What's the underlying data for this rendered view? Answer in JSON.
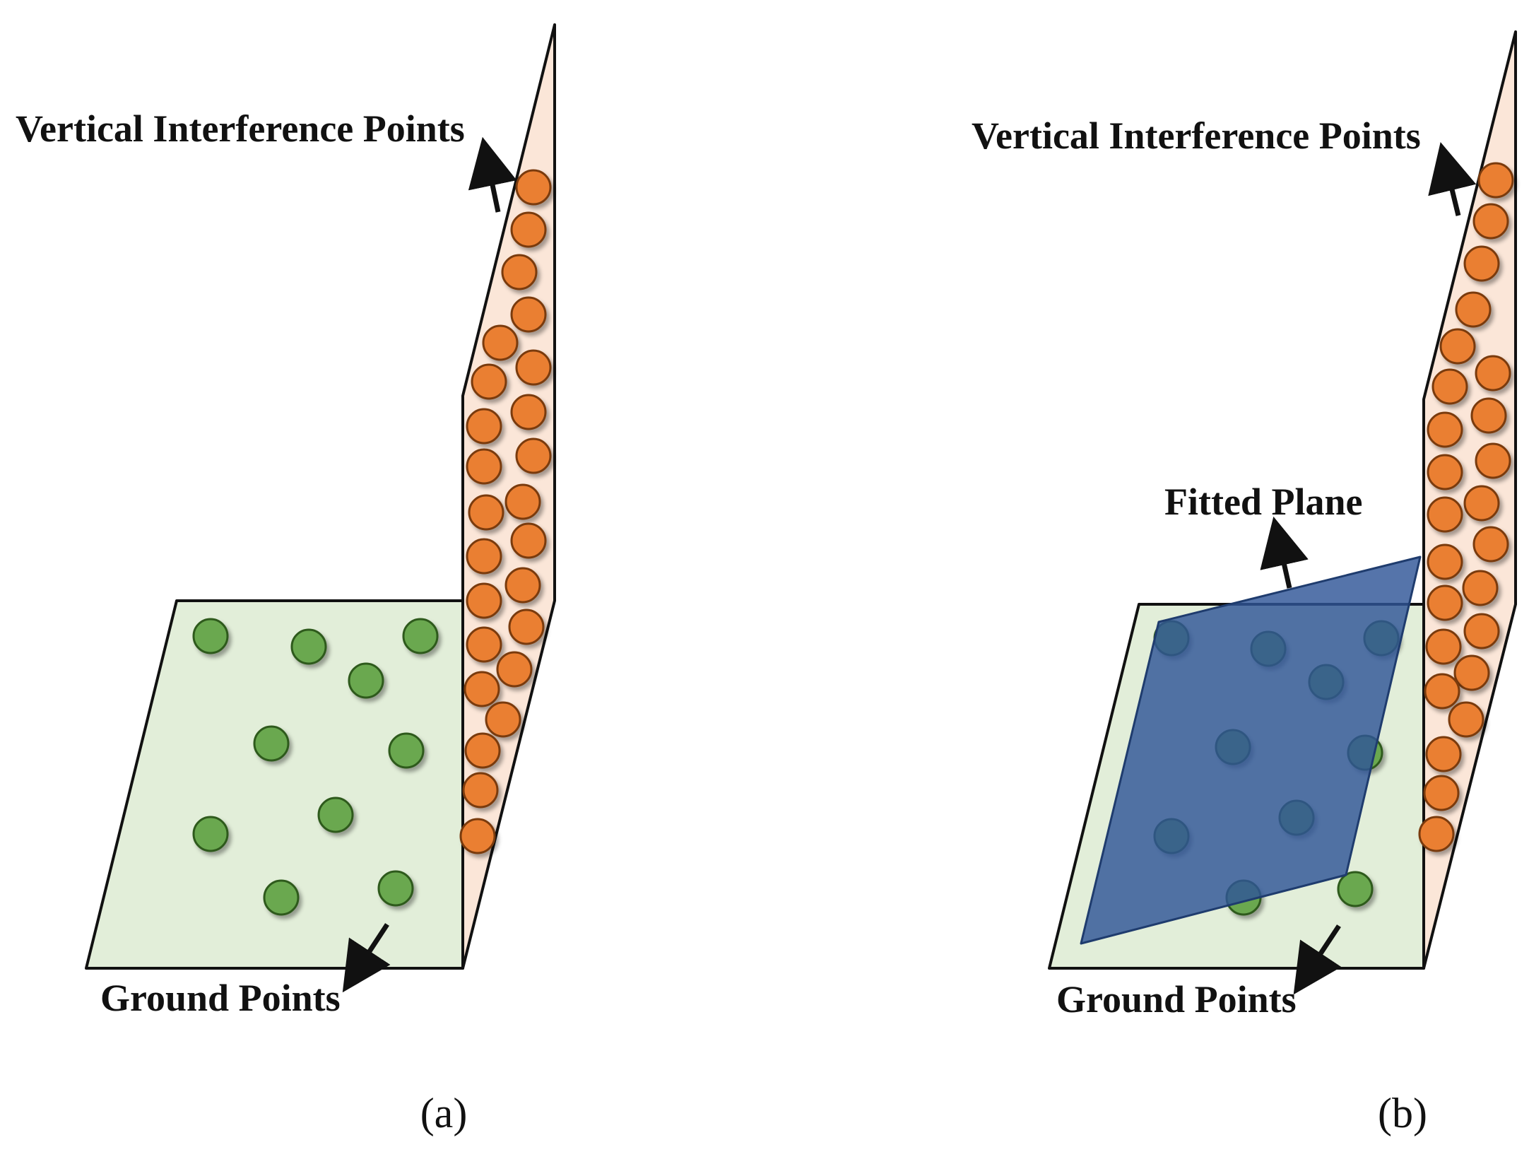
{
  "colors": {
    "ground_fill": "#e2eed9",
    "wall_fill": "#fbe6d8",
    "outline": "#111111",
    "ground_point": "#6aa84f",
    "ground_point_stroke": "#2e5a1c",
    "vertical_point": "#ea7f32",
    "vertical_point_stroke": "#7a3a10",
    "fitted_plane": "#2f5597",
    "arrow": "#111111"
  },
  "panels": [
    {
      "id": "a",
      "caption": "(a)",
      "labels": {
        "vertical": "Vertical Interference Points",
        "ground": "Ground Points"
      }
    },
    {
      "id": "b",
      "caption": "(b)",
      "labels": {
        "vertical": "Vertical Interference Points",
        "ground": "Ground Points",
        "fitted": "Fitted Plane"
      }
    }
  ]
}
